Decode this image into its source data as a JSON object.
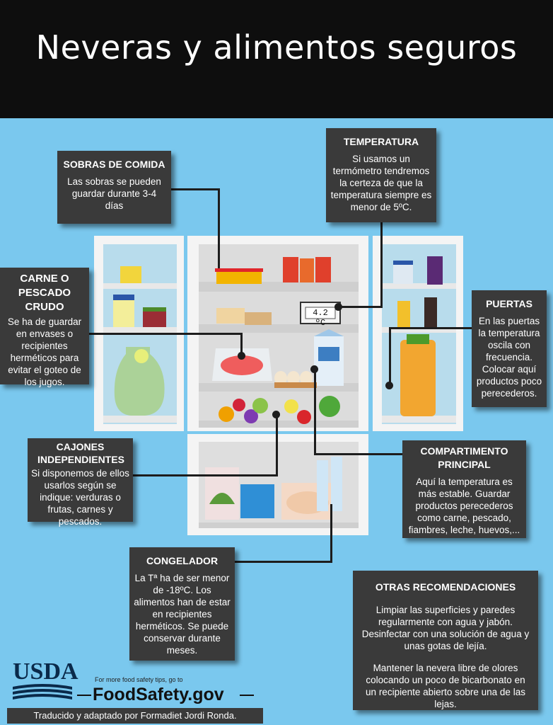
{
  "title": "Neveras y alimentos seguros",
  "boxes": {
    "sobras": {
      "title": "SOBRAS DE COMIDA",
      "text": "Las sobras se pueden guardar durante 3-4 días"
    },
    "temperatura": {
      "title": "TEMPERATURA",
      "text": "Si usamos un termómetro tendremos la certeza de que la temperatura siempre es menor de 5ºC."
    },
    "carne": {
      "title": "CARNE O PESCADO CRUDO",
      "text": "Se ha de guardar en envases o recipientes herméticos para evitar el goteo de los jugos."
    },
    "puertas": {
      "title": "PUERTAS",
      "text": "En las puertas la temperatura oscila con frecuencia. Colocar aquí productos poco perecederos."
    },
    "cajones": {
      "title": "CAJONES INDEPENDIENTES",
      "text": "Si disponemos de ellos usarlos según se indique: verduras o frutas, carnes y pescados."
    },
    "principal": {
      "title": "COMPARTIMENTO PRINCIPAL",
      "text": "Aquí la temperatura es más estable. Guardar productos perecederos como carne, pescado, fiambres, leche, huevos,..."
    },
    "congelador": {
      "title": "CONGELADOR",
      "text": "La Tª ha de ser menor de -18ºC. Los alimentos han de estar en recipientes herméticos. Se puede conservar durante meses."
    },
    "otras": {
      "title": "OTRAS RECOMENDACIONES",
      "text1": "Limpiar las superficies y paredes regularmente con agua y jabón. Desinfectar con una solución de agua y unas gotas de lejía.",
      "text2": "Mantener la nevera libre de olores colocando un poco de bicarbonato en un recipiente abierto sobre una de las lejas."
    }
  },
  "thermometer": "4.2 ºC",
  "footer": {
    "usda": "USDA",
    "tip": "For more food safety tips, go to",
    "site": "FoodSafety.gov",
    "credit": "Traducido y adaptado por Formadiet Jordi Ronda."
  },
  "colors": {
    "background": "#7ac8ee",
    "header": "#0e0e0e",
    "box": "#3a3a3a"
  }
}
